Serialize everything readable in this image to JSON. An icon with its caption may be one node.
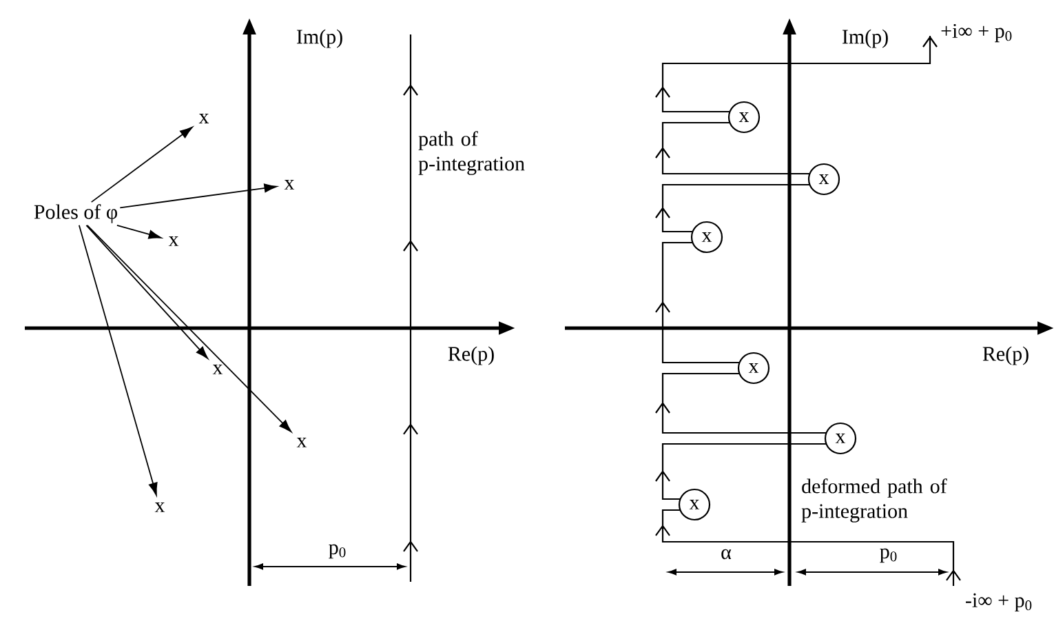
{
  "diagram": {
    "nodes": [
      {
        "text": [
          "Poles of φ"
        ]
      },
      {
        "text": [
          "x"
        ]
      },
      {
        "text": [
          "x"
        ]
      },
      {
        "text": [
          "x"
        ]
      },
      {
        "text": [
          "x"
        ]
      },
      {
        "text": [
          "x"
        ]
      },
      {
        "text": [
          "x"
        ]
      },
      {
        "text": [
          "x"
        ]
      },
      {
        "text": [
          "x"
        ]
      },
      {
        "text": [
          "x"
        ]
      },
      {
        "text": [
          "x"
        ]
      },
      {
        "text": [
          "x"
        ]
      },
      {
        "text": [
          "x"
        ]
      }
    ],
    "edges": [
      {
        "from": 0,
        "to": 1,
        "arrow": "to"
      },
      {
        "from": 0,
        "to": 2,
        "arrow": "to"
      },
      {
        "from": 0,
        "to": 3,
        "arrow": "to"
      },
      {
        "from": 0,
        "to": 4,
        "arrow": "to"
      },
      {
        "from": 0,
        "to": 5,
        "arrow": "to"
      },
      {
        "from": 0,
        "to": 6,
        "arrow": "to"
      }
    ],
    "labels": [
      "Im(p)",
      "path of p-integration",
      "Re(p)",
      "p$_{0}$",
      "Im(p)",
      "+i∞ + p$_{0}$",
      "Re(p)",
      "deformed path of p-integration",
      "α",
      "p$_{0}$",
      "-i∞ + p$_{0}$"
    ]
  }
}
